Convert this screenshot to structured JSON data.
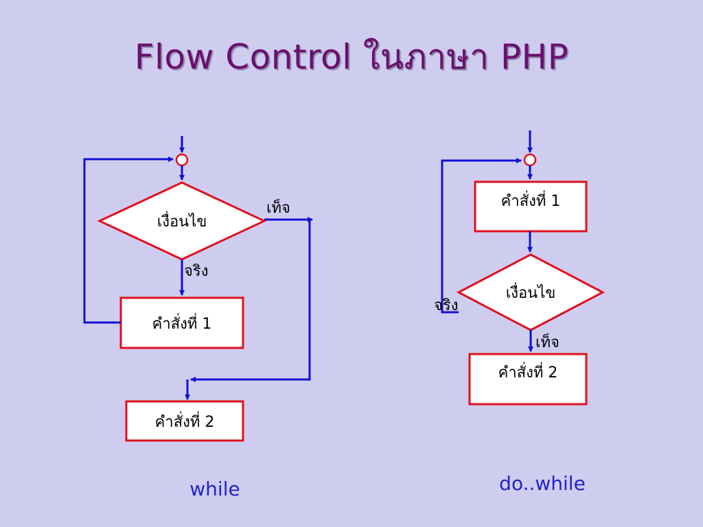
{
  "title": "Flow Control ในภาษา PHP",
  "while_diagram": {
    "condition": "เงื่อนไข",
    "true_label": "จริง",
    "false_label": "เท็จ",
    "statement1": "คำสั่งที่ 1",
    "statement2": "คำสั่งที่ 2",
    "caption": "while"
  },
  "dowhile_diagram": {
    "condition": "เงื่อนไข",
    "true_label": "จริง",
    "false_label": "เท็จ",
    "statement1": "คำสั่งที่ 1",
    "statement2": "คำสั่งที่ 2",
    "caption": "do..while"
  },
  "colors": {
    "flow_line": "#1010d0",
    "shape_border": "#e0101c",
    "shape_fill": "#ffffff",
    "title": "#6a0f6e",
    "caption": "#2222cc",
    "background": "#cfcdef"
  }
}
